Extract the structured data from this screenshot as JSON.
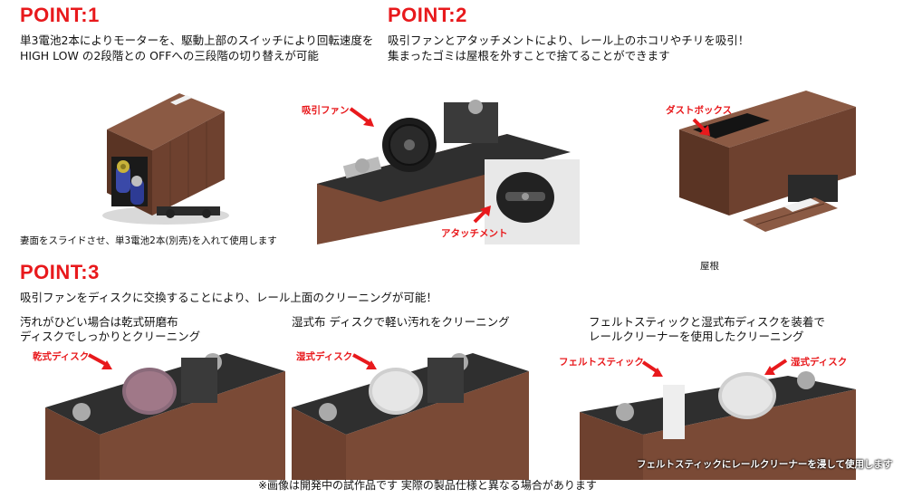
{
  "point1": {
    "title": "POINT:1",
    "line1": "単3電池2本によりモーターを、駆動上部のスイッチにより回転速度を",
    "line2": "HIGH LOW の2段階との OFFへの三段階の切り替えが可能",
    "caption": "妻面をスライドさせ、単3電池2本(別売)を入れて使用します"
  },
  "point2": {
    "title": "POINT:2",
    "line1": "吸引ファンとアタッチメントにより、レール上のホコリやチリを吸引！",
    "line2": "集まったゴミは屋根を外すことで捨てることができます",
    "label_fan": "吸引ファン",
    "label_attachment": "アタッチメント",
    "label_dustbox": "ダストボックス",
    "label_roof": "屋根"
  },
  "point3": {
    "title": "POINT:3",
    "line1": "吸引ファンをディスクに交換することにより、レール上面のクリーニングが可能！",
    "sub1_line1": "汚れがひどい場合は乾式研磨布",
    "sub1_line2": "ディスクでしっかりとクリーニング",
    "label_dry": "乾式ディスク",
    "sub2_line1": "湿式布 ディスクで軽い汚れをクリーニング",
    "label_wet": "湿式ディスク",
    "sub3_line1": "フェルトスティックと湿式布ディスクを装着で",
    "sub3_line2": "レールクリーナーを使用したクリーニング",
    "label_felt": "フェルトスティック",
    "label_wet2": "湿式ディスク",
    "caption_felt": "フェルトスティックにレールクリーナーを浸して使用します"
  },
  "footer": "※画像は開発中の試作品です  実際の製品仕様と異なる場合があります",
  "colors": {
    "accent": "#e8191c",
    "car_brown": "#7a4a36",
    "car_dark": "#3b2a22",
    "chassis": "#2a2a2a"
  }
}
